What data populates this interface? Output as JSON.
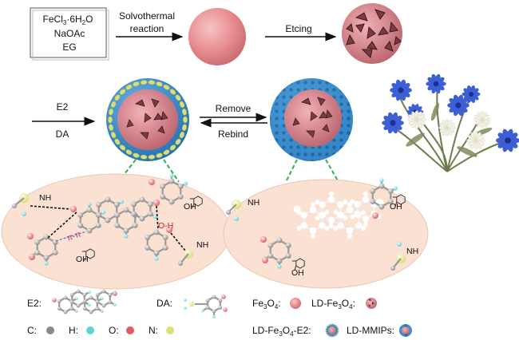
{
  "reagents": {
    "line1": "FeCl",
    "line1_sub1": "3",
    "line1_mid": "·6H",
    "line1_sub2": "2",
    "line1_end": "O",
    "line2": "NaOAc",
    "line3": "EG"
  },
  "steps": {
    "solvothermal_1": "Solvothermal",
    "solvothermal_2": "reaction",
    "etching": "Etcing",
    "e2": "E2",
    "da": "DA",
    "remove": "Remove",
    "rebind": "Rebind"
  },
  "molecule_labels": {
    "nh": "NH",
    "oh": "OH",
    "oh_h": "O-H",
    "pi_pi": "π-π"
  },
  "legend": {
    "e2": "E2:",
    "da": "DA:",
    "fe3o4_base": "Fe",
    "fe3o4_sub1": "3",
    "fe3o4_mid": "O",
    "fe3o4_sub2": "4",
    "fe3o4_end": ":",
    "ld_fe3o4_prefix": "LD-Fe",
    "ld_fe3o4_sub1": "3",
    "ld_fe3o4_mid": "O",
    "ld_fe3o4_sub2": "4",
    "ld_fe3o4_end": ":",
    "c": "C:",
    "h": "H:",
    "o": "O:",
    "n": "N:",
    "ld_fe3o4_e2_prefix": "LD-Fe",
    "ld_fe3o4_e2_sub1": "3",
    "ld_fe3o4_e2_mid": "O",
    "ld_fe3o4_e2_sub2": "4",
    "ld_fe3o4_e2_end": "-E2:",
    "ld_mmips": "LD-MMIPs:"
  },
  "colors": {
    "fe3o4": "#e98f91",
    "etched_core": "#d57b82",
    "polymer_shell": "#3b8fd0",
    "template_dots": "#d9e07a",
    "ellipse_fill": "#fbe1d2",
    "carbon": "#8a8a8a",
    "hydrogen": "#5fd3d6",
    "oxygen": "#e35b63",
    "nitrogen": "#dde073",
    "hbond": "#111111",
    "dashed_green": "#29b34a",
    "oh_label": "#e02020",
    "pi_label": "#c0397a"
  }
}
